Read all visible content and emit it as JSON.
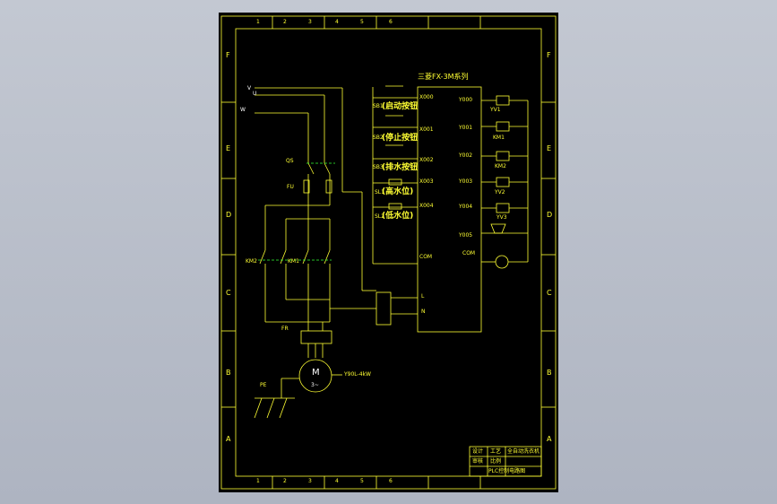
{
  "border": {
    "columns_top": [
      "1",
      "2",
      "3",
      "4",
      "5",
      "6"
    ],
    "columns_bottom": [
      "1",
      "2",
      "3",
      "4",
      "5",
      "6"
    ],
    "rows": [
      "F",
      "E",
      "D",
      "C",
      "B",
      "A"
    ]
  },
  "plc": {
    "title": "三菱FX-3M系列",
    "inputs": [
      "X000",
      "X001",
      "X002",
      "X003",
      "X004"
    ],
    "outputs": [
      "Y000",
      "Y001",
      "Y002",
      "Y003",
      "Y004",
      "Y005"
    ],
    "com_in": "COM",
    "com_out": "COM",
    "power_l": "L",
    "power_n": "N"
  },
  "input_devices": [
    {
      "tag": "SB1",
      "desc": "(启动按钮"
    },
    {
      "tag": "SB2",
      "desc": "(停止按钮"
    },
    {
      "tag": "SB3",
      "desc": "(排水按钮"
    },
    {
      "tag": "SL1",
      "desc": "(高水位)"
    },
    {
      "tag": "SL2",
      "desc": "(低水位)"
    }
  ],
  "output_devices": [
    "YV1",
    "KM1",
    "KM2",
    "YV2",
    "YV3"
  ],
  "power": {
    "line_w": "W",
    "line_v": "V",
    "line_u": "U"
  },
  "main_circuit": {
    "breaker": "QS",
    "fuse": "FU",
    "contactor_km1": "KM1",
    "contactor_km2": "KM2",
    "overload": "FR",
    "motor_label": "M",
    "motor_phase": "3~",
    "motor_model": "Y90L-4kW",
    "ground": "PE"
  },
  "title_block": {
    "cells": [
      "设计",
      "审核",
      "工艺",
      "比例",
      "全自动洗衣机",
      "PLC控制电路图"
    ]
  }
}
